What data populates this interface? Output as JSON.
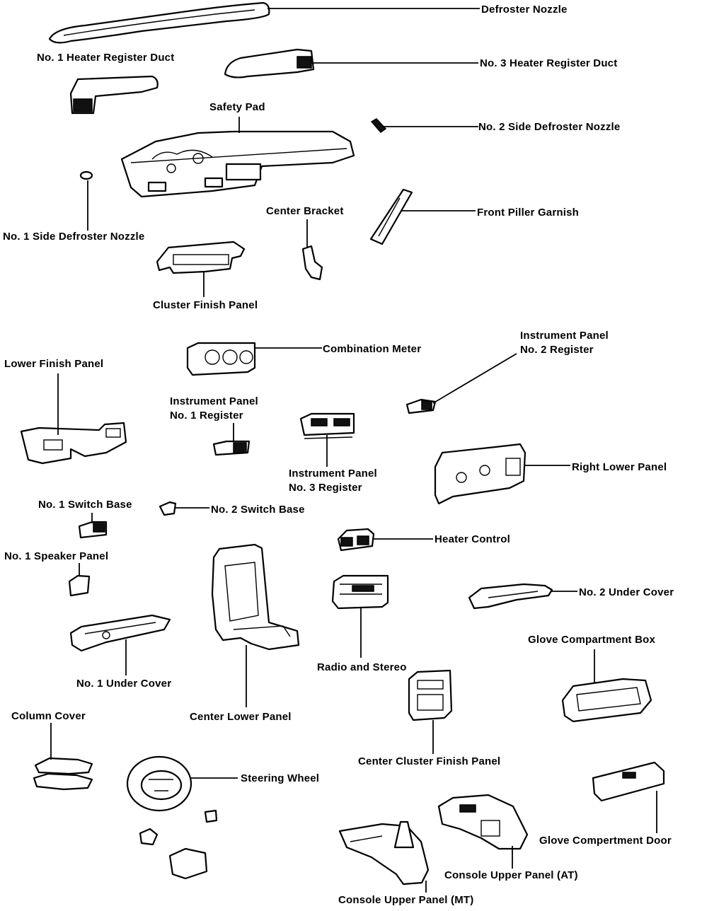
{
  "labels": {
    "defroster_nozzle": "Defroster Nozzle",
    "no1_heater_register_duct": "No. 1 Heater Register Duct",
    "no3_heater_register_duct": "No. 3 Heater Register Duct",
    "safety_pad": "Safety Pad",
    "no2_side_defroster_nozzle": "No. 2 Side Defroster Nozzle",
    "no1_side_defroster_nozzle": "No. 1 Side Defroster Nozzle",
    "center_bracket": "Center Bracket",
    "front_piller_garnish": "Front Piller Garnish",
    "cluster_finish_panel": "Cluster Finish Panel",
    "combination_meter": "Combination Meter",
    "ip_no2_register_line1": "Instrument Panel",
    "ip_no2_register_line2": "No. 2 Register",
    "lower_finish_panel": "Lower Finish Panel",
    "ip_no1_register_line1": "Instrument Panel",
    "ip_no1_register_line2": "No. 1 Register",
    "ip_no3_register_line1": "Instrument Panel",
    "ip_no3_register_line2": "No. 3 Register",
    "right_lower_panel": "Right Lower Panel",
    "no1_switch_base": "No. 1 Switch Base",
    "no2_switch_base": "No. 2 Switch Base",
    "heater_control": "Heater Control",
    "no1_speaker_panel": "No. 1 Speaker Panel",
    "no2_under_cover": "No. 2 Under Cover",
    "glove_compartment_box": "Glove Compartment Box",
    "radio_and_stereo": "Radio and Stereo",
    "no1_under_cover": "No. 1 Under Cover",
    "column_cover": "Column Cover",
    "center_lower_panel": "Center Lower Panel",
    "center_cluster_finish_panel": "Center Cluster Finish Panel",
    "steering_wheel": "Steering Wheel",
    "glove_compartment_door": "Glove Compertment Door",
    "console_upper_panel_at": "Console Upper Panel (AT)",
    "console_upper_panel_mt": "Console Upper Panel (MT)"
  }
}
